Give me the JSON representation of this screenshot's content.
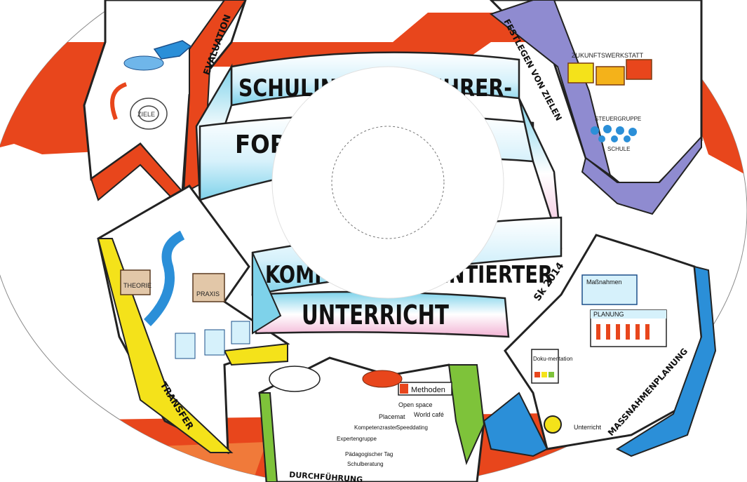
{
  "banner": {
    "line1": "SCHULINTERNE LEHRER-",
    "line2": "FORTBILDUNG",
    "line3": "KOMPETENZORIENTIERTER",
    "line4": "UNTERRICHT"
  },
  "segments": {
    "evaluation": "EVALUATION",
    "ziele": "FESTLEGEN VON ZIELEN",
    "transfer": "TRANSFER",
    "durchfuehrung": "DURCHFÜHRUNG",
    "massnahmen": "MASSNAHMENPLANUNG"
  },
  "labels": {
    "ziele": "ZIELE",
    "werkstatt": "ZUKUNFTSWERKSTATT",
    "schule": "SCHULE",
    "steuergruppe": "STEUERGRUPPE",
    "theorie": "THEORIE",
    "praxis": "PRAXIS",
    "methoden": "Methoden",
    "open_space": "Open space",
    "world_cafe": "World café",
    "placemat": "Placemat",
    "speeddating": "Speeddating",
    "kompetenzraster": "Kompetenzraster",
    "expertengruppe": "Expertengruppe",
    "paed_tag": "Pädagogischer Tag",
    "schulberatung": "Schulberatung",
    "massnahmen": "Maßnahmen",
    "planung": "PLANUNG",
    "dokumentation": "Doku-mentation",
    "unterricht": "Unterricht",
    "signature": "Sk 2014"
  },
  "colors": {
    "orange": "#e8461c",
    "purple": "#8f8bd0",
    "blue": "#2b8fd8",
    "green": "#7ec33a",
    "yellow": "#f4e21a",
    "cyan": "#7ed2ea",
    "pink": "#e98bbd"
  }
}
